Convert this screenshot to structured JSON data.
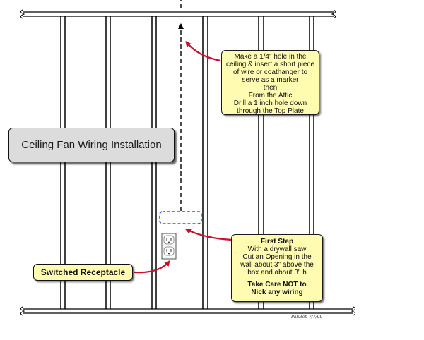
{
  "title": "Ceiling Fan Wiring Installation",
  "attic_note": {
    "lines": [
      "Make a 1/4\" hole in the",
      "ceiling & insert a short piece",
      "of wire or coathanger to",
      "serve as a marker",
      "then",
      "From the Attic",
      "Drill a 1 inch hole down",
      "through the Top Plate"
    ]
  },
  "first_step_note": {
    "heading": "First Step",
    "lines": [
      "With a drywall saw",
      "Cut an Opening in the",
      "wall about 3\" above the",
      "box and about 3\" h"
    ],
    "warning_lines": [
      "Take Care NOT to",
      "Nick any wiring"
    ]
  },
  "receptacle_label": "Switched Receptacle",
  "signature": "PaliBob 7/7/09",
  "colors": {
    "arrow": "#c8102e",
    "note_fill": "#fffbb0",
    "title_fill": "#dcdcdc",
    "opening_outline": "#2a5fbf"
  }
}
